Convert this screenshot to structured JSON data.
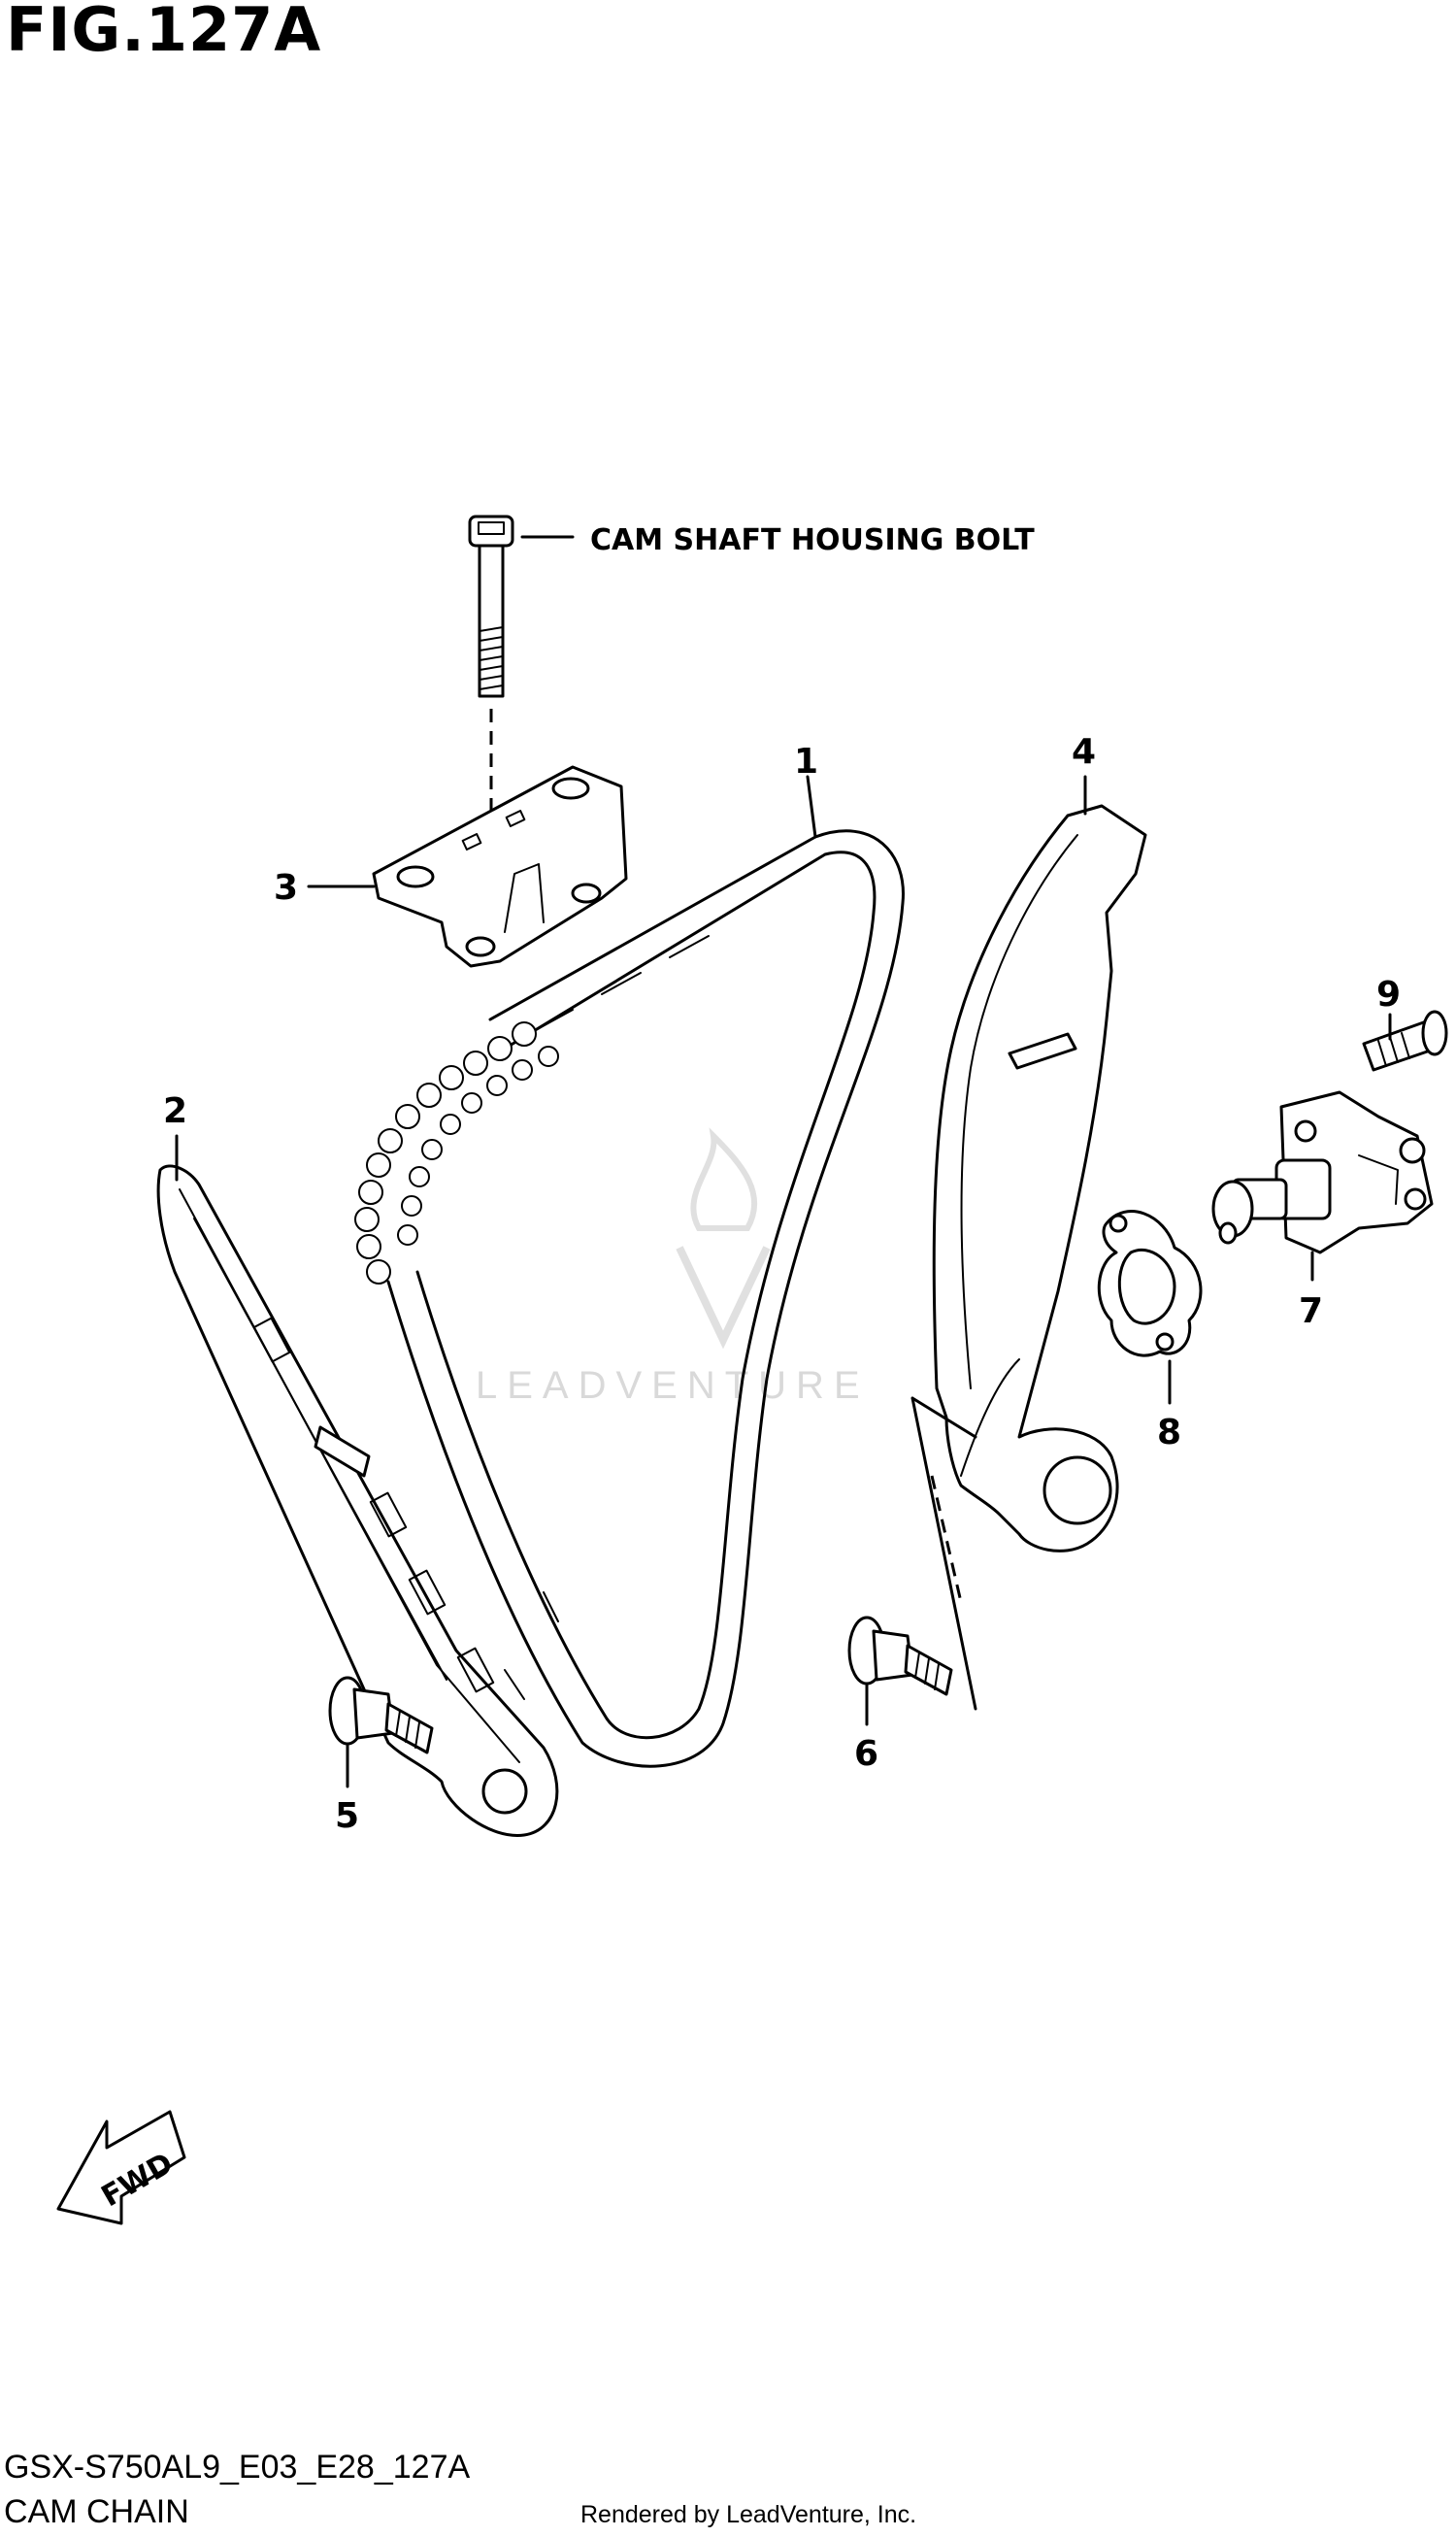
{
  "figure": {
    "title": "FIG.127A",
    "code": "GSX-S750AL9_E03_E28_127A",
    "name": "CAM CHAIN",
    "credit": "Rendered by LeadVenture, Inc.",
    "watermark": "LEADVENTURE"
  },
  "notes": {
    "cam_shaft_bolt": "CAM SHAFT HOUSING BOLT",
    "fwd": "FWD"
  },
  "callouts": {
    "p1": "1",
    "p2": "2",
    "p3": "3",
    "p4": "4",
    "p5": "5",
    "p6": "6",
    "p7": "7",
    "p8": "8",
    "p9": "9"
  },
  "parts": [
    {
      "ref": "1",
      "part": "cam-chain"
    },
    {
      "ref": "2",
      "part": "chain-guide-rear"
    },
    {
      "ref": "3",
      "part": "chain-guide-upper"
    },
    {
      "ref": "4",
      "part": "chain-tensioner-guide"
    },
    {
      "ref": "5",
      "part": "guide-bolt"
    },
    {
      "ref": "6",
      "part": "guide-bolt"
    },
    {
      "ref": "7",
      "part": "chain-tensioner-adjuster"
    },
    {
      "ref": "8",
      "part": "tensioner-gasket"
    },
    {
      "ref": "9",
      "part": "tensioner-bolt"
    }
  ],
  "colors": {
    "line": "#000000",
    "background": "#ffffff",
    "watermark": "#d9d9d9"
  }
}
